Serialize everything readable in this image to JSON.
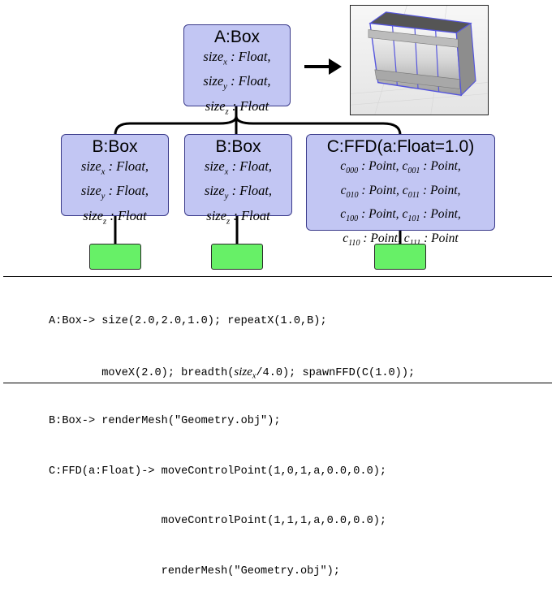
{
  "diagram": {
    "root": {
      "title": "A:Box",
      "attrs": [
        "size_x : Float,",
        "size_y : Float,",
        "size_z : Float"
      ]
    },
    "children": [
      {
        "title": "B:Box",
        "attrs": [
          "size_x : Float,",
          "size_y : Float,",
          "size_z : Float"
        ]
      },
      {
        "title": "B:Box",
        "attrs": [
          "size_x : Float,",
          "size_y : Float,",
          "size_z : Float"
        ]
      },
      {
        "title": "C:FFD(a:Float=1.0)",
        "attrs": [
          "c_000 : Point, c_001 : Point,",
          "c_010 : Point, c_011 : Point,",
          "c_100 : Point, c_101 : Point,",
          "c_110 : Point, c_111 : Point"
        ]
      }
    ],
    "render_image": {
      "description_icon": "box-mesh-render"
    },
    "colors": {
      "node_fill": "#c2c6f3",
      "node_border": "#3a3a8a",
      "leaf_fill": "#67f067"
    }
  },
  "code": {
    "line1": "A:Box-> size(2.0,2.0,1.0); repeatX(1.0,B);",
    "line2_a": "        moveX(2.0); breadth(",
    "line2_size": "size",
    "line2_sub": "x",
    "line2_b": "/4.0); spawnFFD(C(1.0));",
    "line3": "B:Box-> renderMesh(\"Geometry.obj\");",
    "line4": "C:FFD(a:Float)-> moveControlPoint(1,0,1,a,0.0,0.0);",
    "line5": "                 moveControlPoint(1,1,1,a,0.0,0.0);",
    "line6": "                 renderMesh(\"Geometry.obj\");"
  }
}
